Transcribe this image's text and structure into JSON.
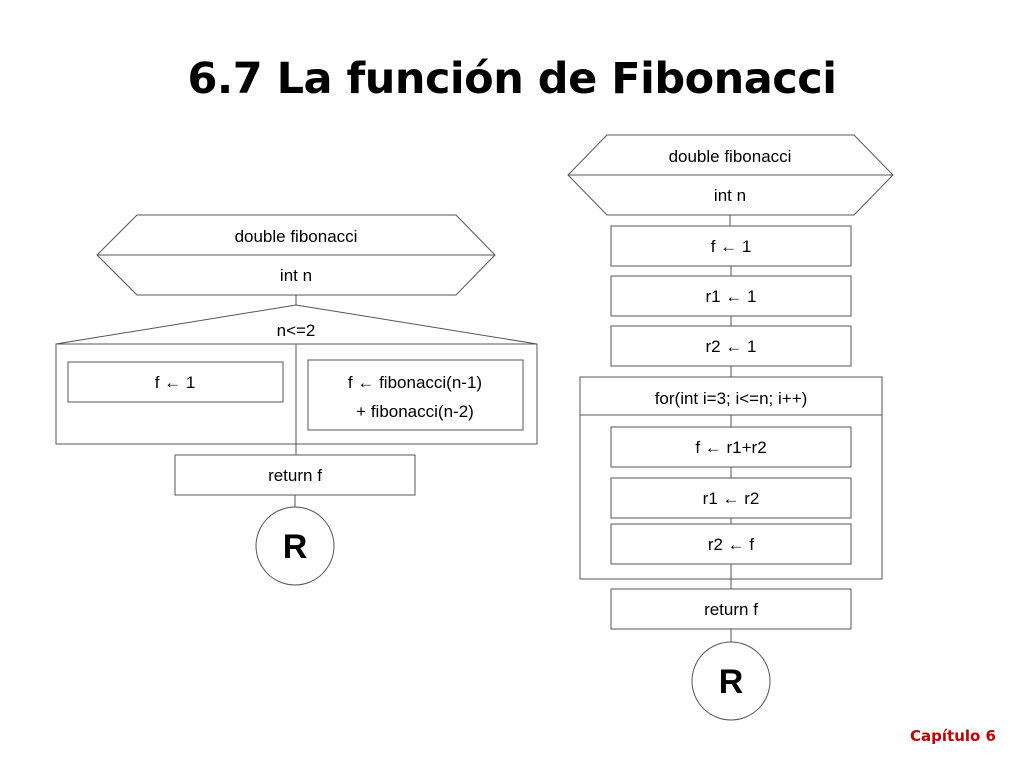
{
  "slide": {
    "title": "6.7 La función de Fibonacci",
    "chapter": "Capítulo 6"
  },
  "left_diagram": {
    "header_function": "double fibonacci",
    "header_param": "int n",
    "condition": "n<=2",
    "true_branch": "f ← 1",
    "false_branch_line1": "f ← fibonacci(n-1)",
    "false_branch_line2": "+ fibonacci(n-2)",
    "return_stmt": "return f",
    "terminal": "R"
  },
  "right_diagram": {
    "header_function": "double fibonacci",
    "header_param": "int n",
    "init_f": "f ← 1",
    "init_r1": "r1 ← 1",
    "init_r2": "r2 ← 1",
    "loop_header": "for(int i=3; i<=n; i++)",
    "loop_body_1": "f ← r1+r2",
    "loop_body_2": "r1 ← r2",
    "loop_body_3": "r2 ← f",
    "return_stmt": "return f",
    "terminal": "R"
  }
}
